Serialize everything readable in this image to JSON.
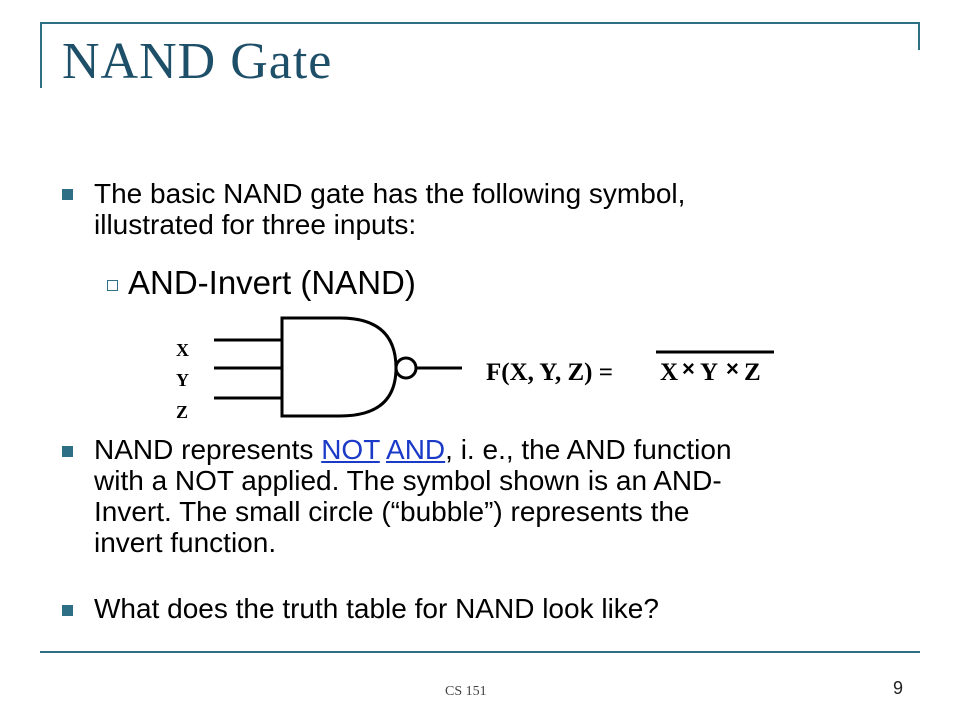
{
  "slide": {
    "title": "NAND Gate",
    "bullet1": "The basic NAND gate has the following symbol, illustrated for three inputs:",
    "bullet1_line1": "The basic NAND gate has the following symbol,",
    "bullet1_line2": "illustrated for three inputs:",
    "subbullet": "AND-Invert (NAND)",
    "diagram": {
      "inputs": [
        "X",
        "Y",
        "Z"
      ],
      "formula_left": "F(X, Y, Z) =",
      "formula_terms": [
        "X",
        "Y",
        "Z"
      ],
      "formula_separator": "×"
    },
    "bullet2": {
      "line1_prefix": "NAND represents ",
      "link_not": "NOT",
      "link_and": "AND",
      "line1_suffix": ", i. e., the AND function",
      "line2": "with a NOT applied.  The symbol shown is an AND-",
      "line3": "Invert.   The small circle (“bubble”) represents the",
      "line4": "invert function."
    },
    "bullet3": "What does the truth table for NAND look like?",
    "footer_course": "CS 151",
    "page_number": "9"
  },
  "colors": {
    "accent": "#2f6f86",
    "title": "#1e4f69",
    "link": "#1a3ac7"
  }
}
